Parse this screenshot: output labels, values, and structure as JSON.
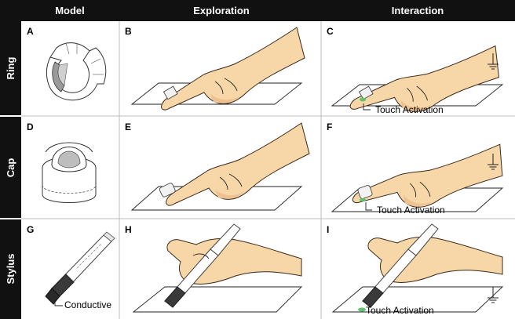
{
  "columns": [
    "Model",
    "Exploration",
    "Interaction"
  ],
  "rows": [
    "Ring",
    "Cap",
    "Stylus"
  ],
  "panels": {
    "A": "A",
    "B": "B",
    "C": "C",
    "D": "D",
    "E": "E",
    "F": "F",
    "G": "G",
    "H": "H",
    "I": "I"
  },
  "annotations": {
    "touch_activation": "Touch Activation",
    "conductive": "Conductive"
  },
  "colors": {
    "header_bg": "#111111",
    "header_text": "#ffffff",
    "skin": "#f7d6a8",
    "activation_green": "#5fc46a",
    "conductive_tip": "#3a3a3a"
  }
}
